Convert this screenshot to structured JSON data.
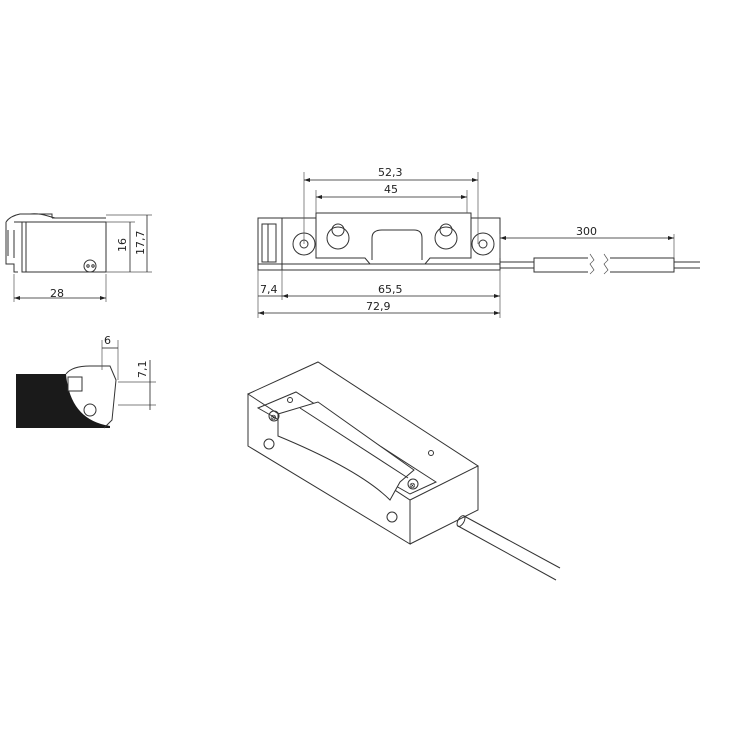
{
  "drawing": {
    "title": "Electric strike dimensional drawing",
    "side_view": {
      "width_label": "28",
      "height_inner_label": "16",
      "height_outer_label": "17,7"
    },
    "front_view": {
      "screw_spacing_label": "52,3",
      "latch_width_label": "45",
      "offset_label": "7,4",
      "body_length_label": "65,5",
      "overall_length_label": "72,9",
      "cable_length_label": "300"
    },
    "section_view": {
      "depth_label": "6",
      "height_label": "7,1"
    },
    "isometric_view": {
      "screw_markings": [
        "⊗",
        "⊗"
      ]
    }
  }
}
